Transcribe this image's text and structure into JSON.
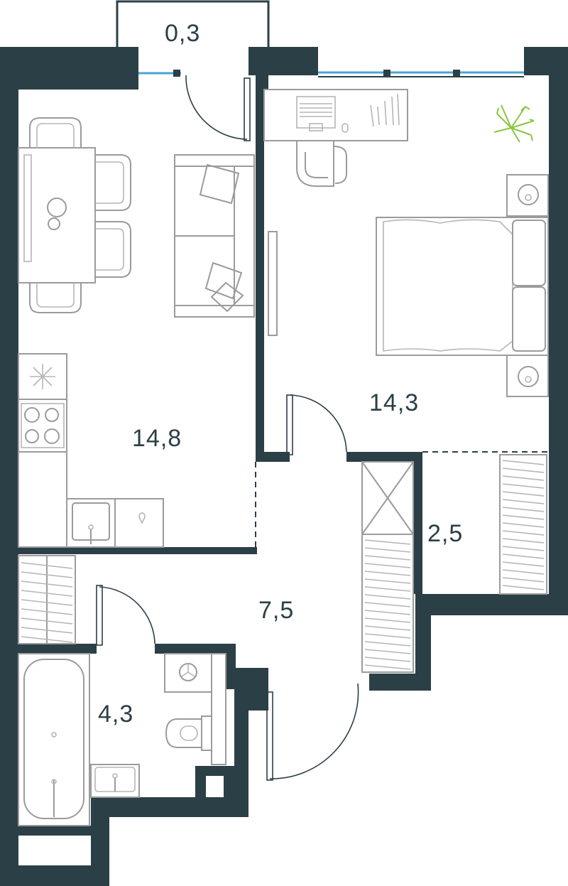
{
  "rooms": {
    "balcony": {
      "area": "0,3"
    },
    "kitchen_living": {
      "area": "14,8"
    },
    "bedroom": {
      "area": "14,3"
    },
    "storage": {
      "area": "2,5"
    },
    "hallway": {
      "area": "7,5"
    },
    "bathroom": {
      "area": "4,3"
    }
  },
  "colors": {
    "wall": "#2b3f46",
    "furniture": "#9b9b9b",
    "glass": "#4aa3d6",
    "plant": "#8cc63f"
  }
}
